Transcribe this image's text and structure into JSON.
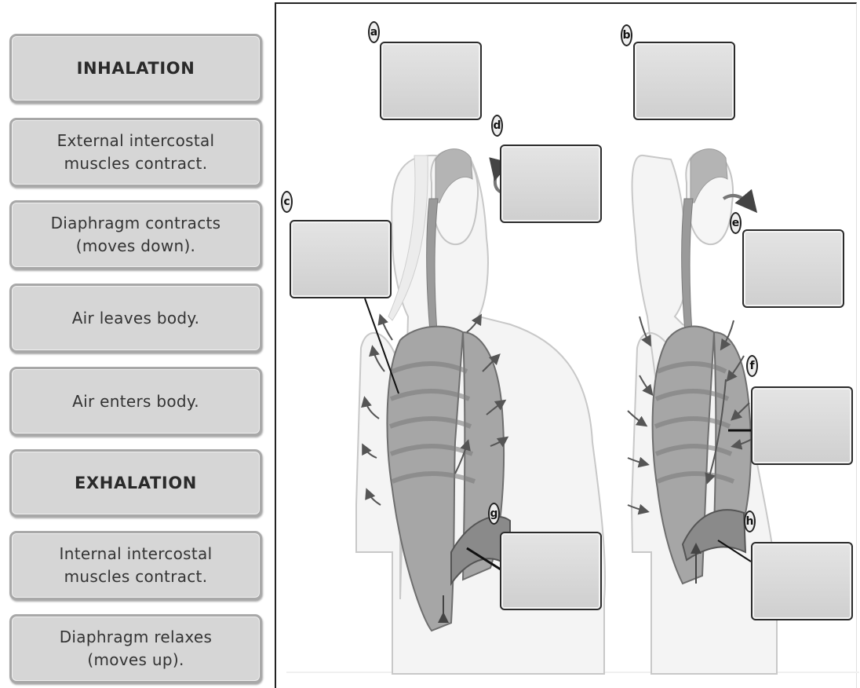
{
  "tiles": [
    {
      "text": "INHALATION",
      "kind": "heading"
    },
    {
      "text": "External intercostal\nmuscles contract.",
      "kind": "statement"
    },
    {
      "text": "Diaphragm contracts\n(moves down).",
      "kind": "statement"
    },
    {
      "text": "Air leaves body.",
      "kind": "statement"
    },
    {
      "text": "Air enters body.",
      "kind": "statement"
    },
    {
      "text": "EXHALATION",
      "kind": "heading"
    },
    {
      "text": "Internal intercostal\nmuscles contract.",
      "kind": "statement"
    },
    {
      "text": "Diaphragm relaxes\n(moves up).",
      "kind": "statement"
    }
  ],
  "drop_targets": [
    {
      "letter": "a",
      "value": ""
    },
    {
      "letter": "b",
      "value": ""
    },
    {
      "letter": "c",
      "value": ""
    },
    {
      "letter": "d",
      "value": ""
    },
    {
      "letter": "e",
      "value": ""
    },
    {
      "letter": "f",
      "value": ""
    },
    {
      "letter": "g",
      "value": ""
    },
    {
      "letter": "h",
      "value": ""
    }
  ],
  "colors": {
    "tile_bg": "#d6d6d6",
    "tile_border": "#a8a8a8",
    "box_fill": "#d9d9d9",
    "body_outline": "#c8c8c8",
    "lung_shade": "#8c8c8c"
  },
  "icons": [
    "arrow-out-icon",
    "arrow-in-icon",
    "arrow-down-icon",
    "arrow-up-icon"
  ]
}
